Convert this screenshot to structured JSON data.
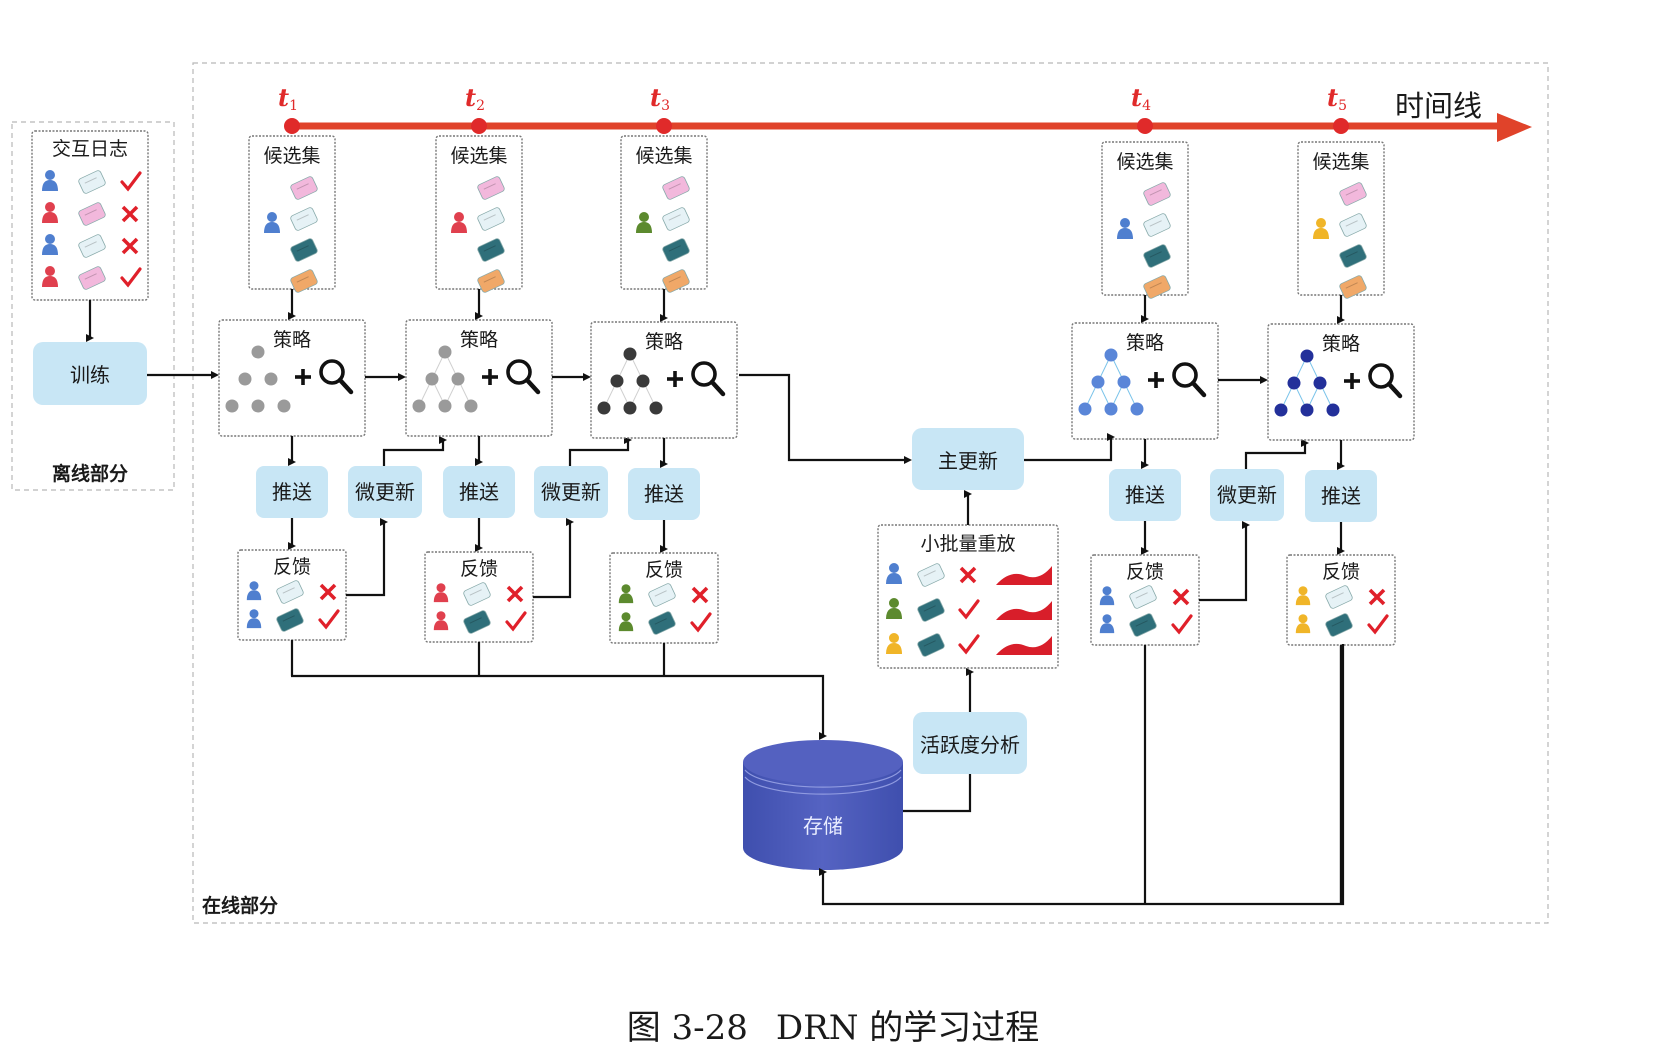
{
  "figure": {
    "caption_number": "图 3-28",
    "caption_title": "DRN 的学习过程"
  },
  "colors": {
    "timeline": "#e0432a",
    "timeline_dot": "#e02a2a",
    "action_box": "#c8e6f5",
    "storage": "#4a58b8",
    "check_mark": "#e0202a",
    "cross_mark": "#e0202a",
    "user_blue": "#4f7fcf",
    "user_red": "#e0404e",
    "user_green": "#5c8a2e",
    "user_yellow": "#f0b528",
    "item_pink": "#f2b8dc",
    "item_white": "#e6f2f6",
    "item_teal": "#2f6f7a",
    "item_orange": "#f0a868",
    "tree_gray": "#9a9a9a",
    "tree_dark": "#3a3a3a",
    "tree_blue": "#5a86d8",
    "tree_navy": "#23309a"
  },
  "timeline": {
    "label": "时间线",
    "ticks": [
      {
        "name": "t",
        "sub": "1"
      },
      {
        "name": "t",
        "sub": "2"
      },
      {
        "name": "t",
        "sub": "3"
      },
      {
        "name": "t",
        "sub": "4"
      },
      {
        "name": "t",
        "sub": "5"
      }
    ]
  },
  "offline": {
    "section_label": "离线部分",
    "log_title": "交互日志",
    "log_rows": [
      {
        "user": "blue",
        "item": "white",
        "result": "check"
      },
      {
        "user": "red",
        "item": "pink",
        "result": "cross"
      },
      {
        "user": "blue",
        "item": "white",
        "result": "cross"
      },
      {
        "user": "red",
        "item": "pink",
        "result": "check"
      }
    ],
    "train_label": "训练"
  },
  "online": {
    "section_label": "在线部分",
    "stages": [
      {
        "candidate_title": "候选集",
        "candidate_user": "blue",
        "policy_title": "策略",
        "policy_tree": "gray",
        "policy_edges": false,
        "push_label": "推送",
        "feedback_title": "反馈",
        "feedback_rows": [
          {
            "user": "blue",
            "item": "white",
            "result": "cross"
          },
          {
            "user": "blue",
            "item": "teal",
            "result": "check"
          }
        ]
      },
      {
        "candidate_title": "候选集",
        "candidate_user": "red",
        "policy_title": "策略",
        "policy_tree": "gray",
        "policy_edges": true,
        "push_label": "推送",
        "feedback_title": "反馈",
        "feedback_rows": [
          {
            "user": "red",
            "item": "white",
            "result": "cross"
          },
          {
            "user": "red",
            "item": "teal",
            "result": "check"
          }
        ]
      },
      {
        "candidate_title": "候选集",
        "candidate_user": "green",
        "policy_title": "策略",
        "policy_tree": "dark",
        "policy_edges": true,
        "push_label": "推送",
        "feedback_title": "反馈",
        "feedback_rows": [
          {
            "user": "green",
            "item": "white",
            "result": "cross"
          },
          {
            "user": "green",
            "item": "teal",
            "result": "check"
          }
        ]
      },
      {
        "candidate_title": "候选集",
        "candidate_user": "blue",
        "policy_title": "策略",
        "policy_tree": "blue",
        "policy_edges": true,
        "push_label": "推送",
        "feedback_title": "反馈",
        "feedback_rows": [
          {
            "user": "blue",
            "item": "white",
            "result": "cross"
          },
          {
            "user": "blue",
            "item": "teal",
            "result": "check"
          }
        ]
      },
      {
        "candidate_title": "候选集",
        "candidate_user": "yellow",
        "policy_title": "策略",
        "policy_tree": "navy",
        "policy_edges": true,
        "push_label": "推送",
        "feedback_title": "反馈",
        "feedback_rows": [
          {
            "user": "yellow",
            "item": "white",
            "result": "cross"
          },
          {
            "user": "yellow",
            "item": "teal",
            "result": "check"
          }
        ]
      }
    ],
    "candidate_items": [
      "pink",
      "white",
      "teal",
      "orange"
    ],
    "minor_update_label": "微更新",
    "major_update_label": "主更新",
    "replay_title": "小批量重放",
    "replay_rows": [
      {
        "user": "blue",
        "item": "white",
        "result": "cross"
      },
      {
        "user": "green",
        "item": "teal",
        "result": "check"
      },
      {
        "user": "yellow",
        "item": "teal",
        "result": "check"
      }
    ],
    "activeness_label": "活跃度分析",
    "storage_label": "存储"
  }
}
